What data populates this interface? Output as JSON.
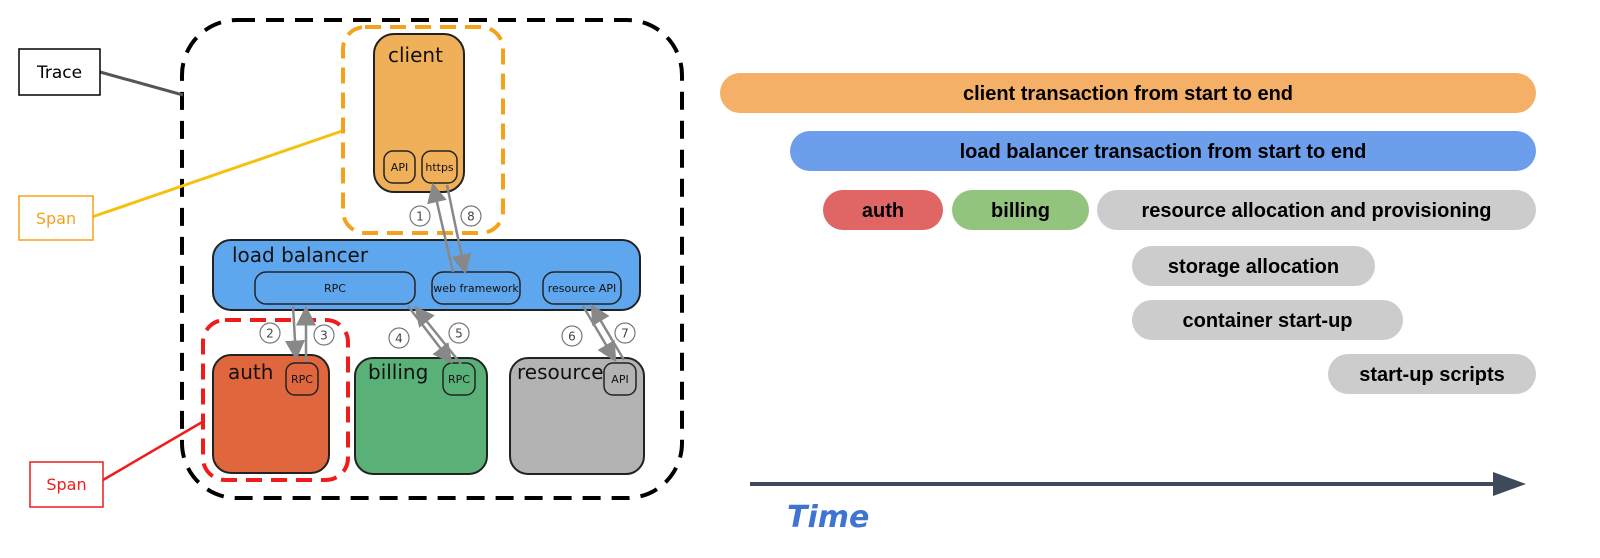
{
  "legend": {
    "trace_label": "Trace",
    "span_label_client": "Span",
    "span_label_auth": "Span"
  },
  "services": {
    "client": {
      "title": "client",
      "api": "API",
      "https": "https"
    },
    "load_balancer": {
      "title": "load balancer",
      "rpc": "RPC",
      "web_framework": "web framework",
      "resource_api": "resource API"
    },
    "auth": {
      "title": "auth",
      "rpc": "RPC"
    },
    "billing": {
      "title": "billing",
      "rpc": "RPC"
    },
    "resource": {
      "title": "resource",
      "api": "API"
    }
  },
  "steps": [
    "1",
    "8",
    "2",
    "3",
    "4",
    "5",
    "6",
    "7"
  ],
  "timeline": {
    "bars": [
      {
        "label": "client transaction from start to end",
        "color": "#f5b067"
      },
      {
        "label": "load balancer transaction from start to end",
        "color": "#6d9eeb"
      },
      {
        "label": "auth",
        "color": "#e06666"
      },
      {
        "label": "billing",
        "color": "#93c47d"
      },
      {
        "label": "resource allocation and provisioning",
        "color": "#cccccc"
      },
      {
        "label": "storage allocation",
        "color": "#cccccc"
      },
      {
        "label": "container start-up",
        "color": "#cccccc"
      },
      {
        "label": "start-up scripts",
        "color": "#cccccc"
      }
    ],
    "axis_label": "Time"
  },
  "colors": {
    "trace_border": "#000000",
    "client_span": "#f6a11c",
    "auth_span": "#ee1c1c",
    "client_box": "#f0b05a",
    "load_balancer": "#5ea7ee",
    "auth_box": "#e0663e",
    "billing_box": "#59b178",
    "resource_box": "#b3b3b3",
    "time_arrow": "#3c4a5c",
    "time_label": "#3f74d0"
  }
}
